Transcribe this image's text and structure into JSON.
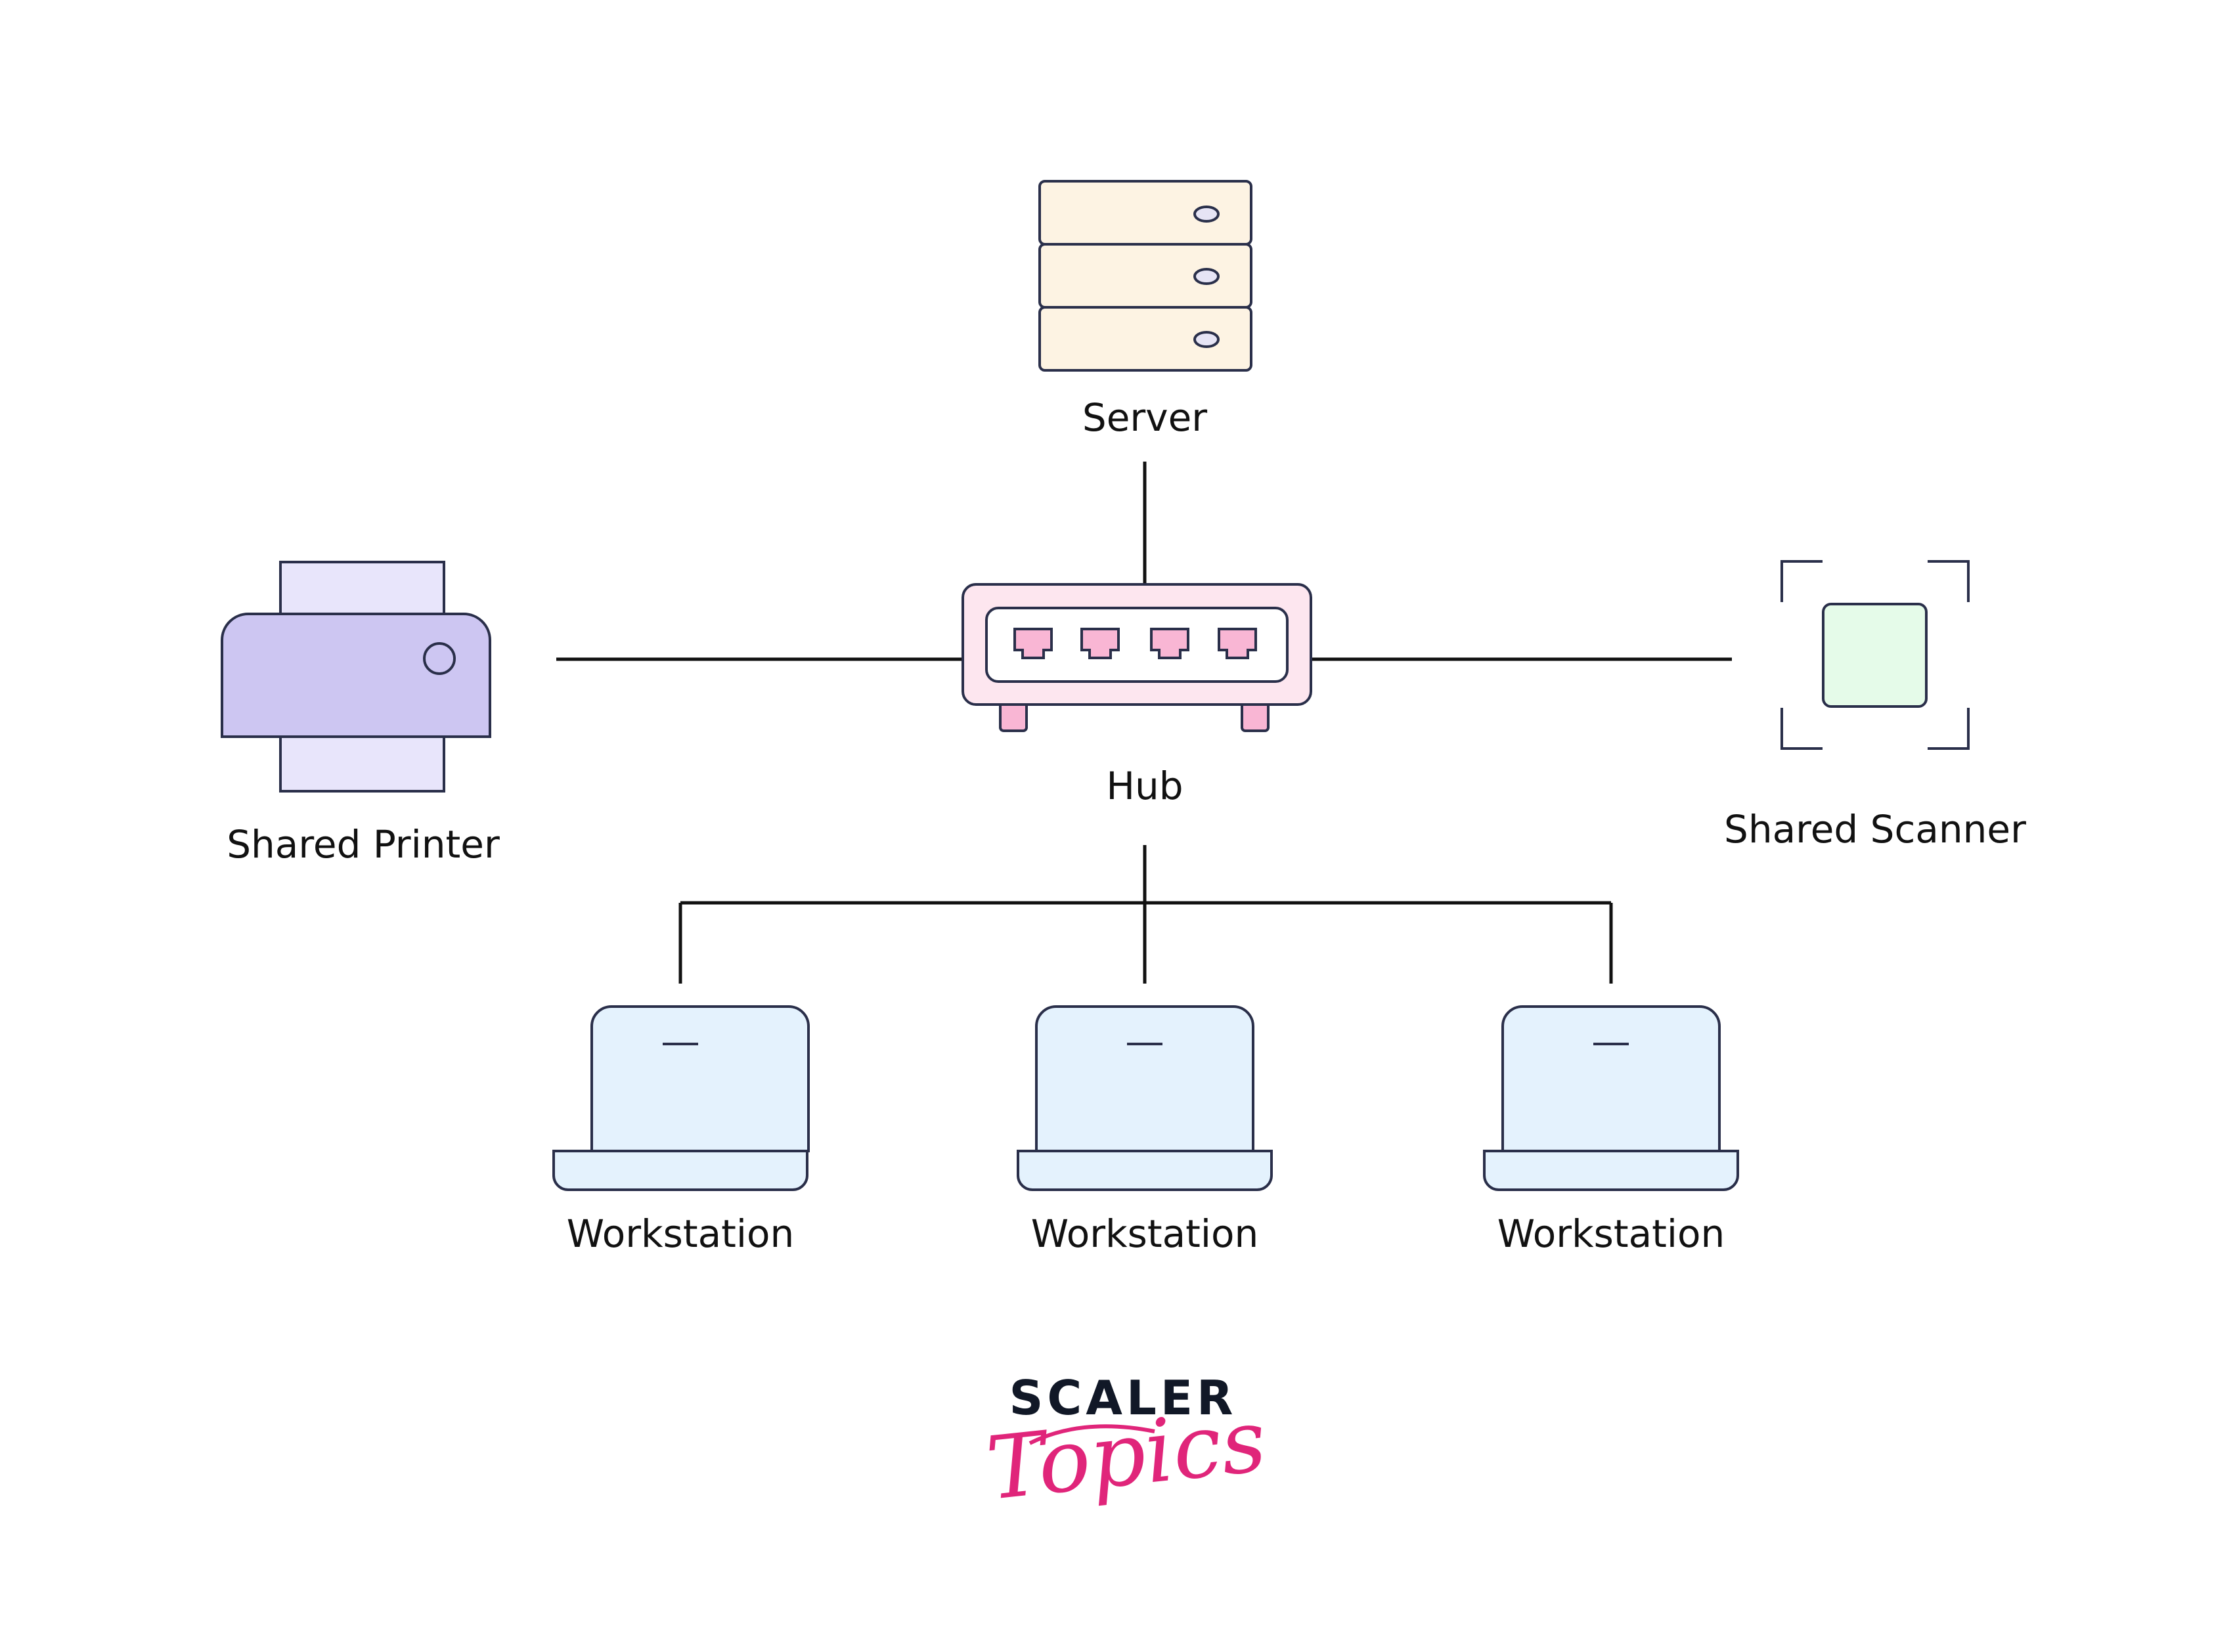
{
  "nodes": {
    "server": {
      "label": "Server",
      "icon": "server-rack-icon"
    },
    "hub": {
      "label": "Hub",
      "icon": "network-hub-icon"
    },
    "printer": {
      "label": "Shared Printer",
      "icon": "printer-icon"
    },
    "scanner": {
      "label": "Shared Scanner",
      "icon": "scanner-icon"
    },
    "workstations": [
      {
        "label": "Workstation",
        "icon": "laptop-icon"
      },
      {
        "label": "Workstation",
        "icon": "laptop-icon"
      },
      {
        "label": "Workstation",
        "icon": "laptop-icon"
      }
    ]
  },
  "edges": [
    {
      "from": "hub",
      "to": "server"
    },
    {
      "from": "hub",
      "to": "printer"
    },
    {
      "from": "hub",
      "to": "scanner"
    },
    {
      "from": "hub",
      "to": "workstations.0"
    },
    {
      "from": "hub",
      "to": "workstations.1"
    },
    {
      "from": "hub",
      "to": "workstations.2"
    }
  ],
  "brand": {
    "word": "SCALER",
    "script": "Topics"
  },
  "colors": {
    "line": "#111111",
    "outline": "#2a2f4a",
    "server_fill": "#fdf3e3",
    "hub_fill": "#fde6ef",
    "hub_port": "#f9b6d4",
    "printer_body": "#cdc6f2",
    "printer_paper": "#e8e5fb",
    "scanner_fill": "#e5fbe9",
    "laptop_fill": "#e4f2fd",
    "brand_dark": "#111827",
    "brand_pink": "#e0257a"
  }
}
